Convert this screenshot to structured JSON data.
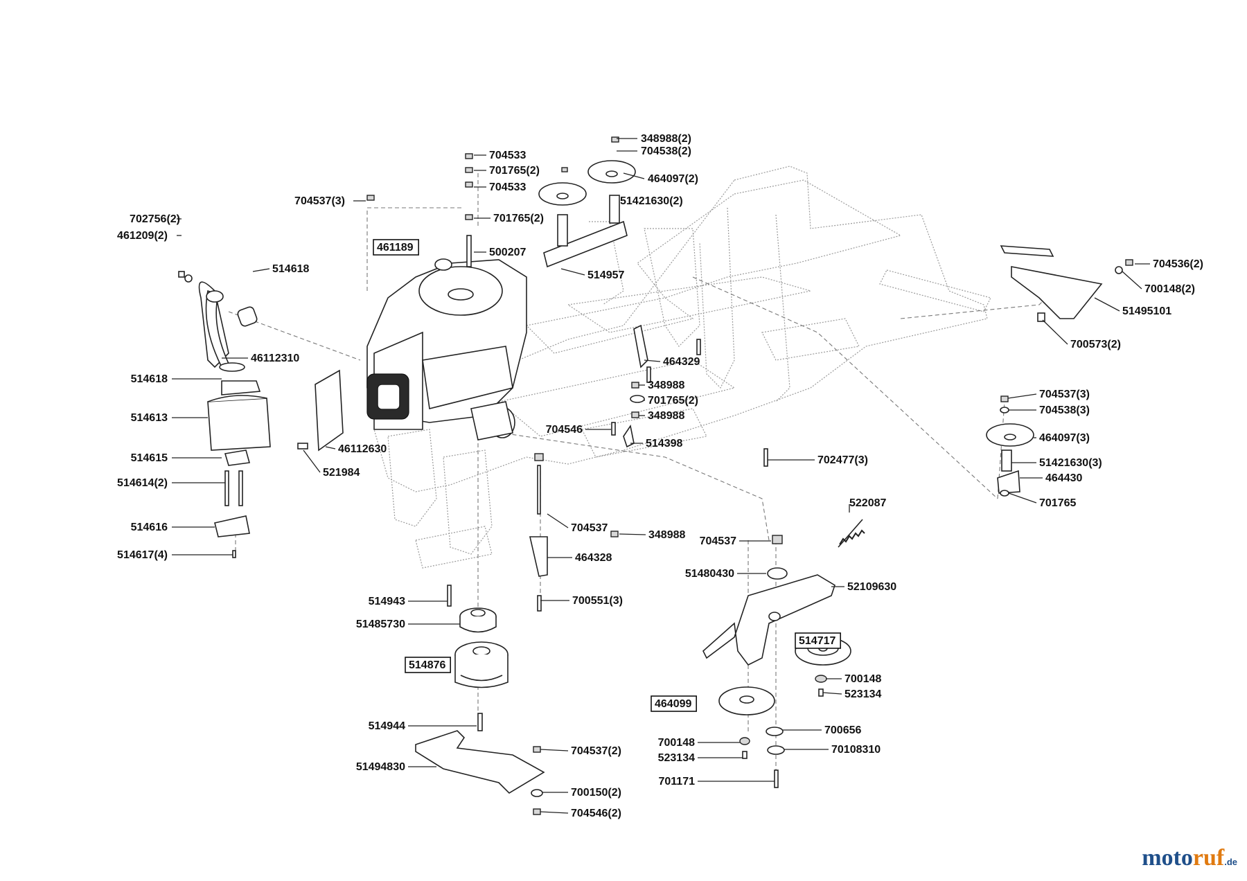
{
  "labels": [
    {
      "text": "348988(2)",
      "boxed": false
    },
    {
      "text": "704538(2)",
      "boxed": false
    },
    {
      "text": "704533",
      "boxed": false
    },
    {
      "text": "701765(2)",
      "boxed": false
    },
    {
      "text": "704533",
      "boxed": false
    },
    {
      "text": "464097(2)",
      "boxed": false
    },
    {
      "text": "51421630(2)",
      "boxed": false
    },
    {
      "text": "704537(3)",
      "boxed": false
    },
    {
      "text": "701765(2)",
      "boxed": false
    },
    {
      "text": "702756(2)",
      "boxed": false
    },
    {
      "text": "461209(2)",
      "boxed": false
    },
    {
      "text": "461189",
      "boxed": true
    },
    {
      "text": "500207",
      "boxed": false
    },
    {
      "text": "514957",
      "boxed": false
    },
    {
      "text": "514618",
      "boxed": false
    },
    {
      "text": "46112310",
      "boxed": false
    },
    {
      "text": "514618",
      "boxed": false
    },
    {
      "text": "514613",
      "boxed": false
    },
    {
      "text": "514615",
      "boxed": false
    },
    {
      "text": "514614(2)",
      "boxed": false
    },
    {
      "text": "514616",
      "boxed": false
    },
    {
      "text": "514617(4)",
      "boxed": false
    },
    {
      "text": "46112630",
      "boxed": false
    },
    {
      "text": "521984",
      "boxed": false
    },
    {
      "text": "704536(2)",
      "boxed": false
    },
    {
      "text": "700148(2)",
      "boxed": false
    },
    {
      "text": "51495101",
      "boxed": false
    },
    {
      "text": "700573(2)",
      "boxed": false
    },
    {
      "text": "464329",
      "boxed": false
    },
    {
      "text": "348988",
      "boxed": false
    },
    {
      "text": "701765(2)",
      "boxed": false
    },
    {
      "text": "348988",
      "boxed": false
    },
    {
      "text": "704546",
      "boxed": false
    },
    {
      "text": "514398",
      "boxed": false
    },
    {
      "text": "702477(3)",
      "boxed": false
    },
    {
      "text": "704537(3)",
      "boxed": false
    },
    {
      "text": "704538(3)",
      "boxed": false
    },
    {
      "text": "464097(3)",
      "boxed": false
    },
    {
      "text": "51421630(3)",
      "boxed": false
    },
    {
      "text": "464430",
      "boxed": false
    },
    {
      "text": "701765",
      "boxed": false
    },
    {
      "text": "522087",
      "boxed": false
    },
    {
      "text": "704537",
      "boxed": false
    },
    {
      "text": "348988",
      "boxed": false
    },
    {
      "text": "704537",
      "boxed": false
    },
    {
      "text": "464328",
      "boxed": false
    },
    {
      "text": "51480430",
      "boxed": false
    },
    {
      "text": "52109630",
      "boxed": false
    },
    {
      "text": "700551(3)",
      "boxed": false
    },
    {
      "text": "514943",
      "boxed": false
    },
    {
      "text": "51485730",
      "boxed": false
    },
    {
      "text": "514876",
      "boxed": true
    },
    {
      "text": "514717",
      "boxed": true
    },
    {
      "text": "700148",
      "boxed": false
    },
    {
      "text": "523134",
      "boxed": false
    },
    {
      "text": "464099",
      "boxed": true
    },
    {
      "text": "514944",
      "boxed": false
    },
    {
      "text": "700656",
      "boxed": false
    },
    {
      "text": "700148",
      "boxed": false
    },
    {
      "text": "70108310",
      "boxed": false
    },
    {
      "text": "523134",
      "boxed": false
    },
    {
      "text": "704537(2)",
      "boxed": false
    },
    {
      "text": "51494830",
      "boxed": false
    },
    {
      "text": "701171",
      "boxed": false
    },
    {
      "text": "700150(2)",
      "boxed": false
    },
    {
      "text": "704546(2)",
      "boxed": false
    }
  ],
  "brand": {
    "part1": "moto",
    "part2": "ruf",
    "suffix": ".de"
  }
}
